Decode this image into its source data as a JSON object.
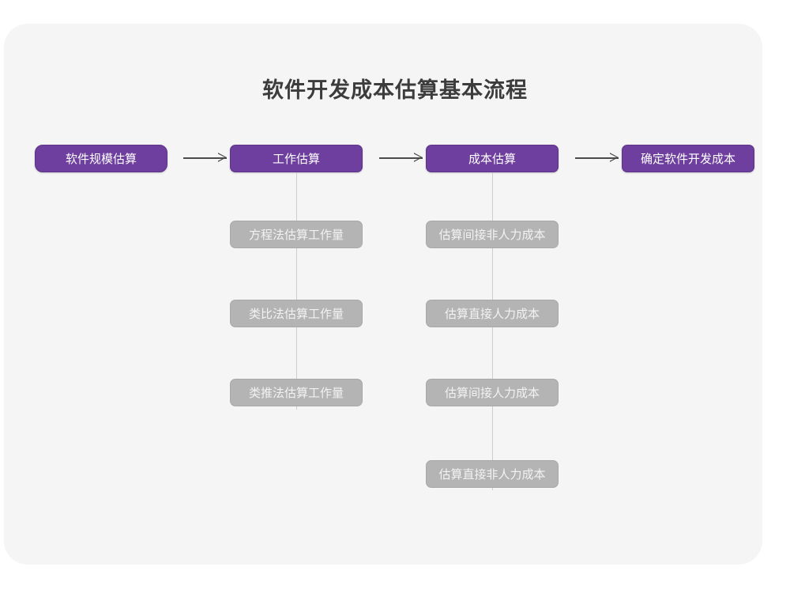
{
  "page": {
    "background_color": "#ffffff",
    "card_color": "#f5f5f5",
    "title": "软件开发成本估算基本流程"
  },
  "colors": {
    "primary": "#6e3f9e",
    "primary_border": "#5d3488",
    "secondary": "#b4b4b4",
    "secondary_border": "#a8a8a8",
    "connector": "#cdcdcd",
    "arrow": "#4a4a4a",
    "title_text": "#3c3c3c",
    "primary_text": "#ffffff",
    "secondary_text": "#f2f2f2"
  },
  "flow": {
    "stages": [
      {
        "id": "stage-1",
        "label": "软件规模估算",
        "substeps": []
      },
      {
        "id": "stage-2",
        "label": "工作估算",
        "substeps": [
          {
            "label": "方程法估算工作量"
          },
          {
            "label": "类比法估算工作量"
          },
          {
            "label": "类推法估算工作量"
          }
        ]
      },
      {
        "id": "stage-3",
        "label": "成本估算",
        "substeps": [
          {
            "label": "估算间接非人力成本"
          },
          {
            "label": "估算直接人力成本"
          },
          {
            "label": "估算间接人力成本"
          },
          {
            "label": "估算直接非人力成本"
          }
        ]
      },
      {
        "id": "stage-4",
        "label": "确定软件开发成本",
        "substeps": []
      }
    ],
    "connectors": [
      {
        "name": "arrow-stage1-stage2",
        "glyph": "arrow-right-icon"
      },
      {
        "name": "arrow-stage2-stage3",
        "glyph": "arrow-right-icon"
      },
      {
        "name": "arrow-stage3-stage4",
        "glyph": "arrow-right-icon"
      }
    ]
  }
}
